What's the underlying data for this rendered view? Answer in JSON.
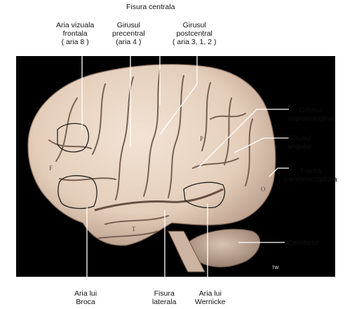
{
  "labels": {
    "fisura_centrala": [
      "Fisura centrala"
    ],
    "aria_vizuala": [
      "Aria vizuala",
      "frontala",
      "( aria 8 )"
    ],
    "girusul_precentral": [
      "Girusul",
      "precentral",
      "(aria 4 )"
    ],
    "girusul_postcentral": [
      "Girusul",
      "postcentral",
      "( aria 3, 1, 2 )"
    ],
    "girusul_supramarginal": [
      "Girusul",
      "supramarginal"
    ],
    "girusul_angular": [
      "Girusul",
      "angular"
    ],
    "fisura_parietooccipitala": [
      "Fisura",
      "parietooccipitala"
    ],
    "cerebelul": [
      "Cerebelul"
    ],
    "aria_broca": [
      "Aria lui",
      "Broca"
    ],
    "fisura_laterala": [
      "Fisura",
      "laterala"
    ],
    "aria_wernicke": [
      "Aria lui",
      "Wernicke"
    ]
  },
  "brain_letters": {
    "frontal": "F",
    "parietal": "P",
    "temporal": "T",
    "occipital": "O",
    "mark": "TW"
  },
  "colors": {
    "background": "#000000",
    "tissue": "#e9d6c6",
    "tissue_shadow": "#b59a88",
    "sulcus": "#7a6154",
    "leader_line": "#ffffff",
    "area_outline": "#2a2a2a"
  }
}
